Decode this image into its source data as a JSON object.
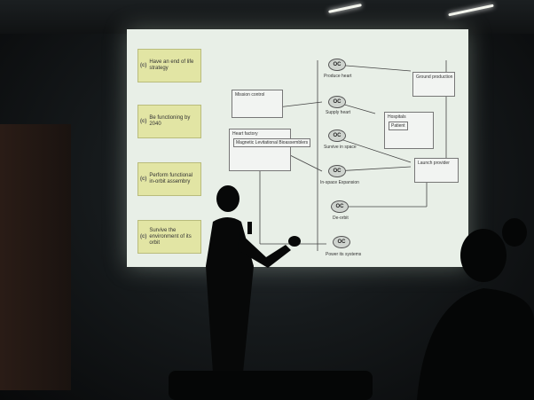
{
  "goals": [
    {
      "id": "(c)",
      "text": "Have an end of life strategy"
    },
    {
      "id": "(c)",
      "text": "Be functioning by 2040"
    },
    {
      "id": "(c)",
      "text": "Perform functional in-orbit assembry"
    },
    {
      "id": "(c)",
      "text": "Survive the environment of its orbit"
    }
  ],
  "capabilities": [
    {
      "symbol": "OC",
      "label": "Produce heart"
    },
    {
      "symbol": "OC",
      "label": "Supply heart"
    },
    {
      "symbol": "OC",
      "label": "Survive in space"
    },
    {
      "symbol": "OC",
      "label": "In-space Expansion"
    },
    {
      "symbol": "OC",
      "label": "De-orbit"
    },
    {
      "symbol": "OC",
      "label": "Power its systems"
    }
  ],
  "blocks": {
    "mission_control": "Mission control",
    "heart_factory": "Heart factory",
    "bioassemblers": "Magnetic Levitational Bioassemblers",
    "ground_production": "Ground production",
    "hospitals": "Hospitals",
    "patient": "Patient",
    "launch_provider": "Launch provider"
  },
  "colors": {
    "screen": "#e8efe7",
    "goal_fill": "#e2e5a4",
    "room": "#161a1c"
  }
}
